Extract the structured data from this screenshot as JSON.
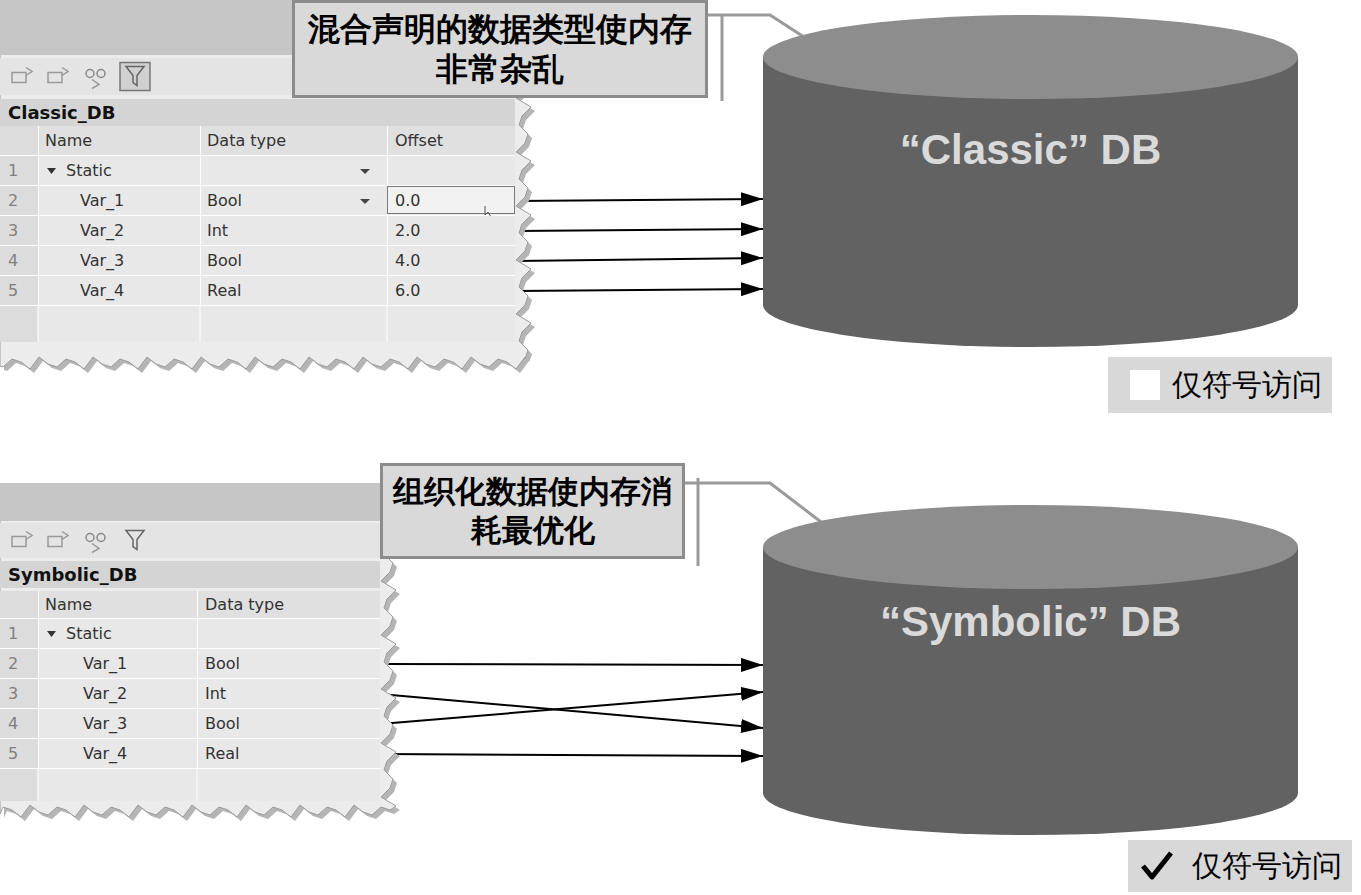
{
  "diagram": {
    "nodes": [
      {
        "text": [
          "混合声明的数据类型使内存非常杂乱"
        ]
      },
      {
        "text": [
          "Classic_DB"
        ]
      },
      {
        "text": [
          "Name",
          "Data type",
          "Offset"
        ],
        "in": 1
      },
      {
        "text": [
          "1",
          "Static"
        ],
        "in": 1
      },
      {
        "text": [
          "2",
          "Var_1",
          "Bool",
          "0.0"
        ],
        "in": 1
      },
      {
        "text": [
          "3",
          "Var_2",
          "Int",
          "2.0"
        ],
        "in": 1
      },
      {
        "text": [
          "4",
          "Var_3",
          "Bool",
          "4.0"
        ],
        "in": 1
      },
      {
        "text": [
          "5",
          "Var_4",
          "Real",
          "6.0"
        ],
        "in": 1
      },
      {
        "text": [
          "“Classic” DB"
        ]
      },
      {
        "text": [
          "仅符号访问"
        ]
      },
      {
        "text": [
          "组织化数据使内存消耗最优化"
        ]
      },
      {
        "text": [
          "Symbolic_DB"
        ]
      },
      {
        "text": [
          "Name",
          "Data type"
        ],
        "in": 11
      },
      {
        "text": [
          "1",
          "Static"
        ],
        "in": 11
      },
      {
        "text": [
          "2",
          "Var_1",
          "Bool"
        ],
        "in": 11
      },
      {
        "text": [
          "3",
          "Var_2",
          "Int"
        ],
        "in": 11
      },
      {
        "text": [
          "4",
          "Var_3",
          "Bool"
        ],
        "in": 11
      },
      {
        "text": [
          "5",
          "Var_4",
          "Real"
        ],
        "in": 11
      },
      {
        "text": [
          "“Symbolic” DB"
        ]
      },
      {
        "text": [
          "仅符号访问"
        ]
      }
    ],
    "edges": [
      {
        "from": 4,
        "to": 8,
        "arrow": "to"
      },
      {
        "from": 5,
        "to": 8,
        "arrow": "to"
      },
      {
        "from": 6,
        "to": 8,
        "arrow": "to"
      },
      {
        "from": 7,
        "to": 8,
        "arrow": "to"
      },
      {
        "from": 0,
        "to": 8,
        "arrow": "none"
      },
      {
        "from": 14,
        "to": 18,
        "arrow": "to"
      },
      {
        "from": 15,
        "to": 18,
        "arrow": "to"
      },
      {
        "from": 16,
        "to": 18,
        "arrow": "to"
      },
      {
        "from": 17,
        "to": 18,
        "arrow": "to"
      },
      {
        "from": 10,
        "to": 18,
        "arrow": "none"
      }
    ]
  }
}
